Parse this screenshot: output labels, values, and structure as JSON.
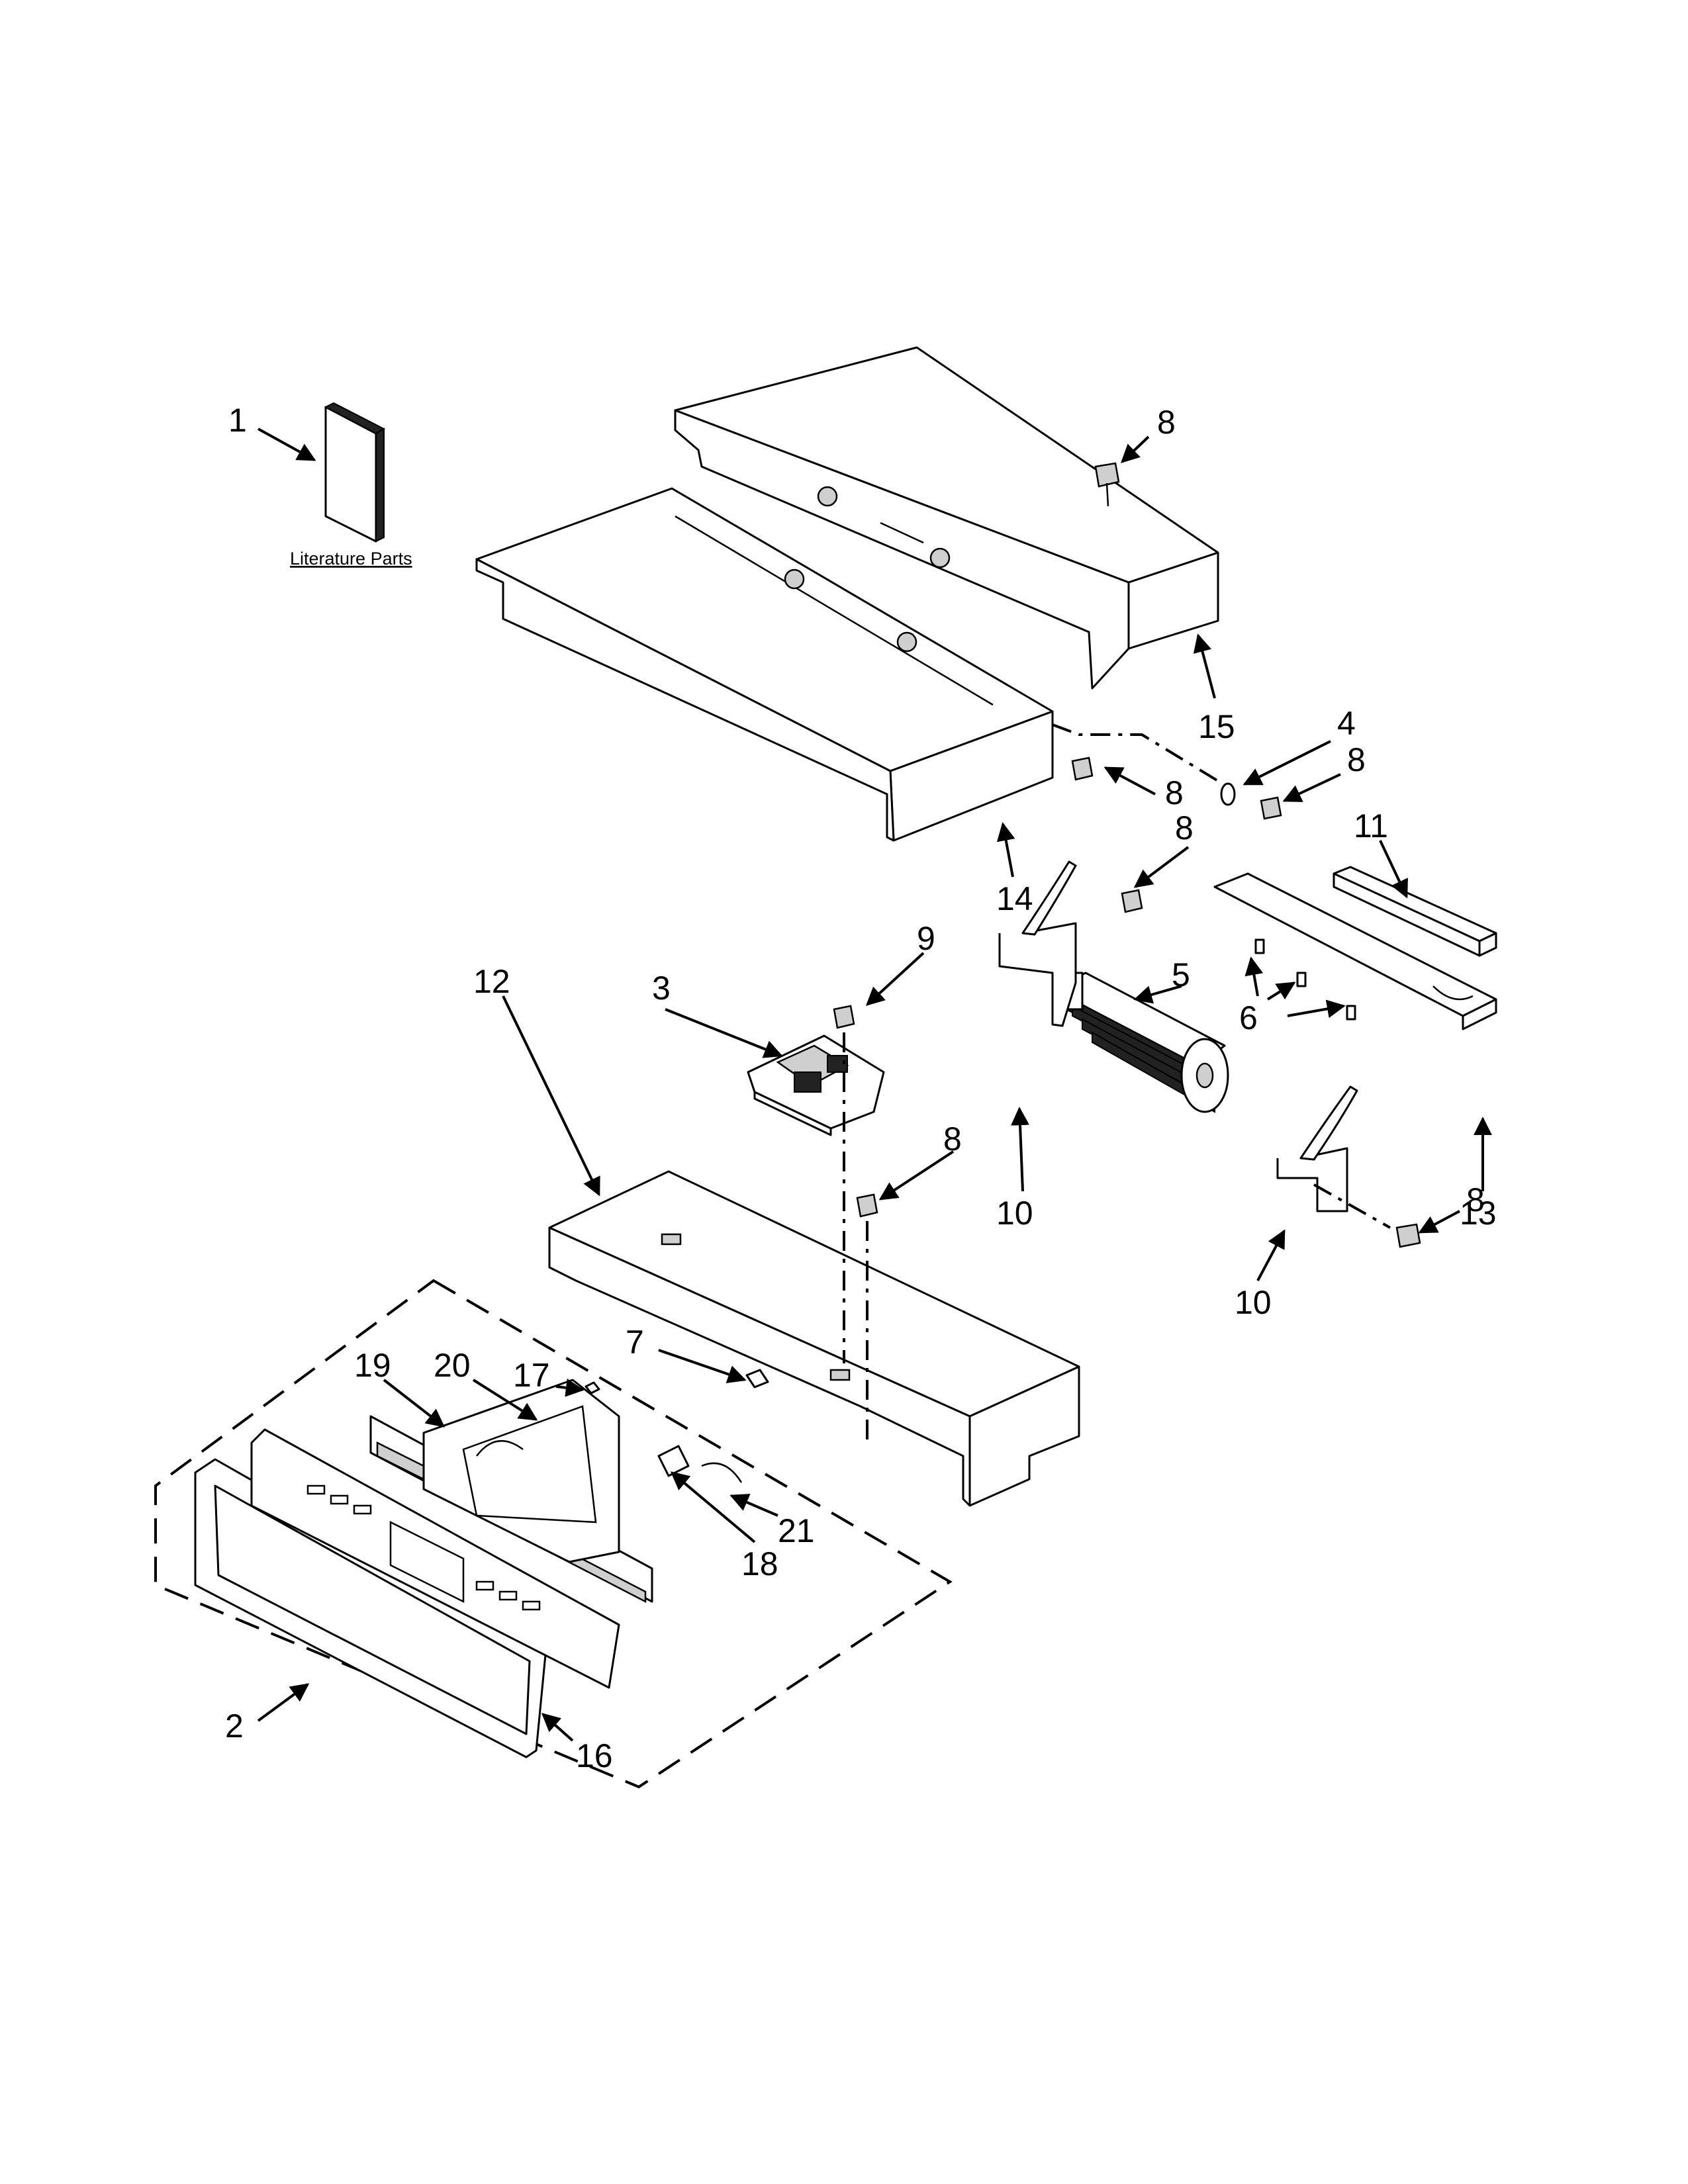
{
  "literature_label": "Literature Parts",
  "callouts": {
    "n1": "1",
    "n2": "2",
    "n3": "3",
    "n4": "4",
    "n5": "5",
    "n6": "6",
    "n7": "7",
    "n8a": "8",
    "n8b": "8",
    "n8c": "8",
    "n8d": "8",
    "n8e": "8",
    "n8f": "8",
    "n9": "9",
    "n10a": "10",
    "n10b": "10",
    "n11": "11",
    "n12": "12",
    "n13": "13",
    "n14": "14",
    "n15": "15",
    "n16": "16",
    "n17": "17",
    "n18": "18",
    "n19": "19",
    "n20": "20",
    "n21": "21"
  }
}
